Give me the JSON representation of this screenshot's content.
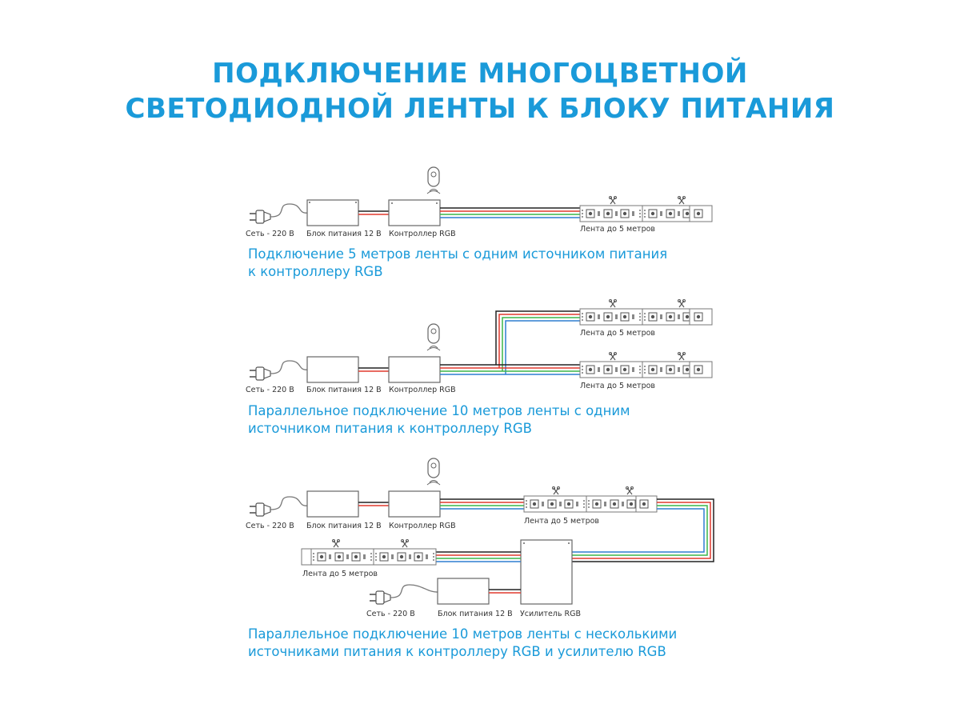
{
  "title": {
    "line1": "ПОДКЛЮЧЕНИЕ МНОГОЦВЕТНОЙ",
    "line2": "СВЕТОДИОДНОЙ ЛЕНТЫ К БЛОКУ ПИТАНИЯ"
  },
  "colors": {
    "accent": "#1a9ad9",
    "wire_black": "#222222",
    "wire_red": "#e03a2f",
    "wire_green": "#3cb54a",
    "wire_blue": "#2f7fd0"
  },
  "icons": [
    "plug-icon",
    "remote-icon",
    "wireless-signal-icon",
    "cut-mark-icon",
    "led-chip-icon"
  ],
  "diagram1": {
    "labels": {
      "mains": "Сеть - 220 В",
      "psu": "Блок питания 12 В",
      "controller": "Контроллер RGB",
      "strip": "Лента до 5 метров"
    },
    "caption_line1": "Подключение 5 метров ленты с одним источником питания",
    "caption_line2": "к контроллеру RGB"
  },
  "diagram2": {
    "labels": {
      "mains": "Сеть - 220 В",
      "psu": "Блок питания 12 В",
      "controller": "Контроллер RGB",
      "strip_top": "Лента до 5 метров",
      "strip_bottom": "Лента до 5 метров"
    },
    "caption_line1": "Параллельное подключение 10 метров ленты с одним",
    "caption_line2": "источником питания к контроллеру RGB"
  },
  "diagram3": {
    "labels": {
      "mains": "Сеть - 220 В",
      "psu": "Блок питания 12 В",
      "controller": "Контроллер RGB",
      "strip_right": "Лента до 5 метров",
      "strip_left": "Лента до 5 метров",
      "mains2": "Сеть - 220 В",
      "psu2": "Блок питания 12 В",
      "amplifier": "Усилитель RGB"
    },
    "caption_line1": "Параллельное подключение 10 метров ленты с несколькими",
    "caption_line2": "источниками питания к контроллеру RGB и усилителю RGB"
  }
}
